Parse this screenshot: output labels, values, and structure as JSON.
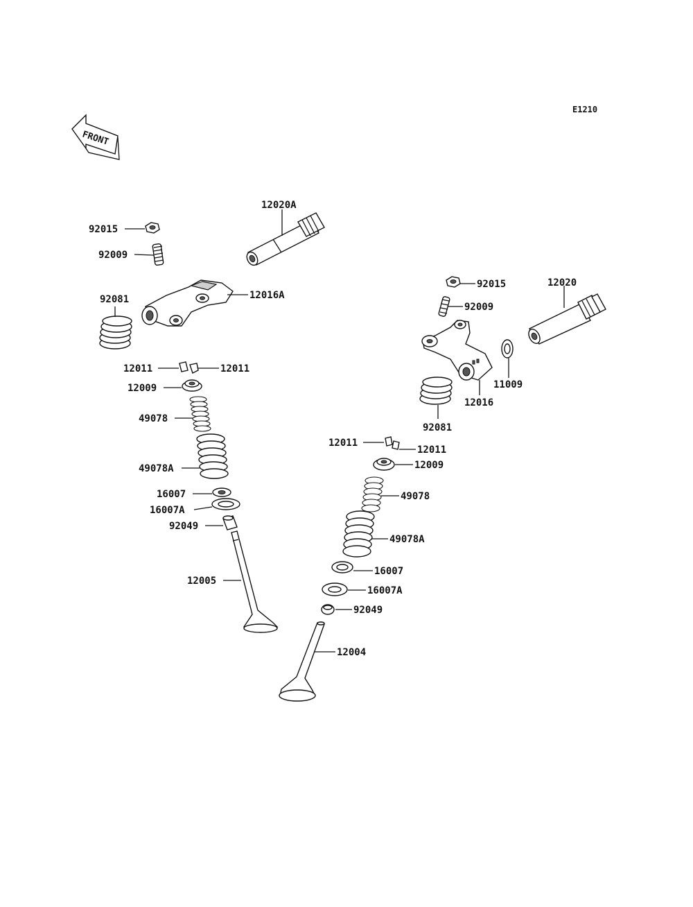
{
  "diagram_code": "E1210",
  "front_arrow": {
    "text": "FRONT",
    "icon": "front-arrow-icon"
  },
  "labels": {
    "l_92015": "92015",
    "l_92009": "92009",
    "l_12020A": "12020A",
    "l_92081": "92081",
    "l_12016A": "12016A",
    "l_12011a": "12011",
    "l_12011b": "12011",
    "l_12009": "12009",
    "l_49078": "49078",
    "l_49078A": "49078A",
    "l_16007": "16007",
    "l_16007A": "16007A",
    "l_92049": "92049",
    "l_12005": "12005",
    "r_92015": "92015",
    "r_92009": "92009",
    "r_12020": "12020",
    "r_11009": "11009",
    "r_12016": "12016",
    "r_92081": "92081",
    "r_12011a": "12011",
    "r_12011b": "12011",
    "r_12009": "12009",
    "r_49078": "49078",
    "r_49078A": "49078A",
    "r_16007": "16007",
    "r_16007A": "16007A",
    "r_92049": "92049",
    "r_12004": "12004"
  }
}
